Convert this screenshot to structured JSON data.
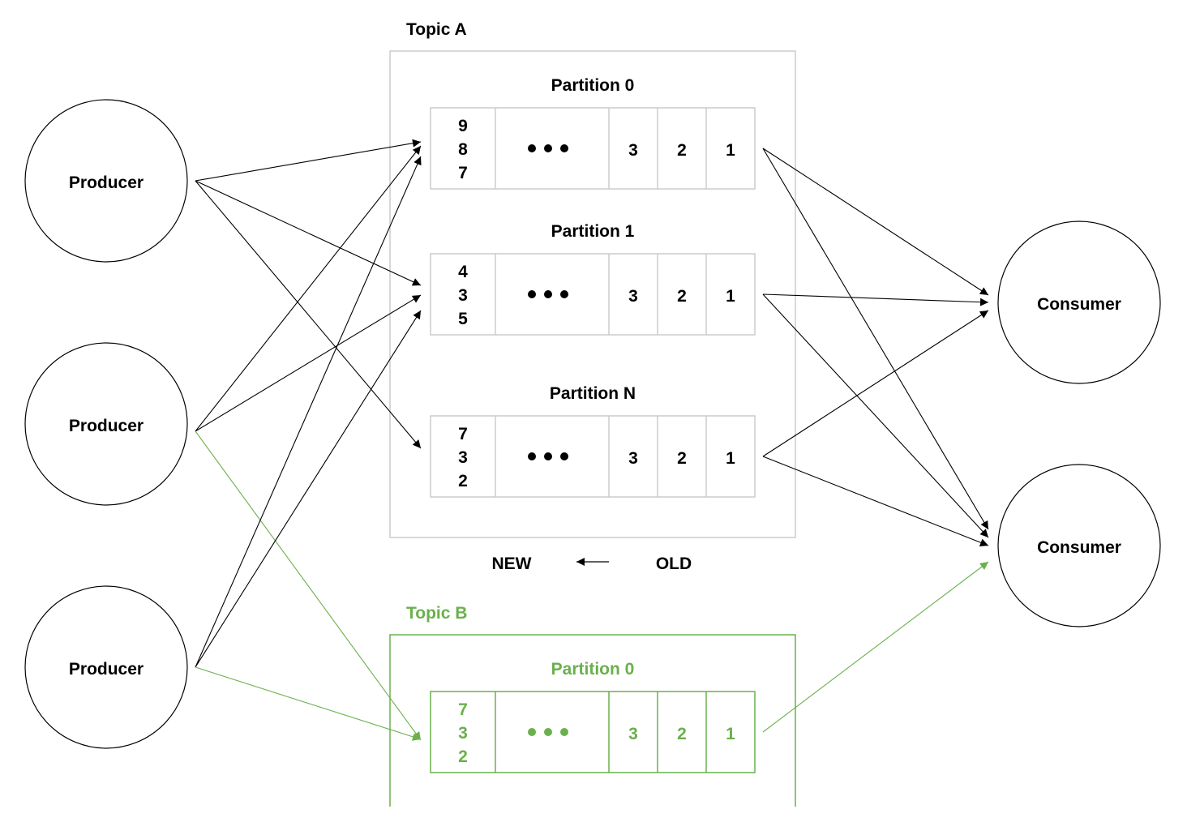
{
  "colors": {
    "black": "#000000",
    "box_gray": "#cccccc",
    "green": "#6ab04c"
  },
  "producers": [
    {
      "label": "Producer"
    },
    {
      "label": "Producer"
    },
    {
      "label": "Producer"
    }
  ],
  "consumers": [
    {
      "label": "Consumer"
    },
    {
      "label": "Consumer"
    }
  ],
  "topic_a": {
    "title": "Topic A",
    "partitions": [
      {
        "label": "Partition 0",
        "new_offsets": [
          "9",
          "8",
          "7"
        ],
        "old_offsets": [
          "3",
          "2",
          "1"
        ]
      },
      {
        "label": "Partition 1",
        "new_offsets": [
          "4",
          "3",
          "5"
        ],
        "old_offsets": [
          "3",
          "2",
          "1"
        ]
      },
      {
        "label": "Partition N",
        "new_offsets": [
          "7",
          "3",
          "2"
        ],
        "old_offsets": [
          "3",
          "2",
          "1"
        ]
      }
    ]
  },
  "topic_b": {
    "title": "Topic B",
    "partitions": [
      {
        "label": "Partition 0",
        "new_offsets": [
          "7",
          "3",
          "2"
        ],
        "old_offsets": [
          "3",
          "2",
          "1"
        ]
      }
    ]
  },
  "direction": {
    "new_label": "NEW",
    "old_label": "OLD"
  }
}
